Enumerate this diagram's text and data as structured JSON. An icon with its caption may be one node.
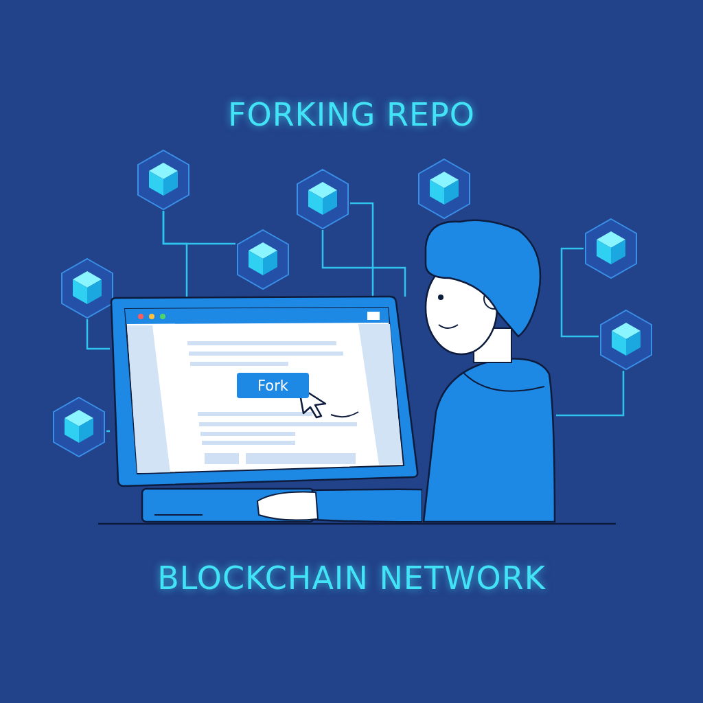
{
  "diagram": {
    "title": "FORKING REPO",
    "caption": "BLOCKCHAIN NETWORK",
    "nodes": [
      {
        "text": [],
        "shape": "hexagon"
      },
      {
        "text": [],
        "shape": "hexagon"
      },
      {
        "text": [],
        "shape": "hexagon"
      },
      {
        "text": [],
        "shape": "hexagon"
      },
      {
        "text": [],
        "shape": "hexagon"
      },
      {
        "text": [],
        "shape": "hexagon"
      },
      {
        "text": [],
        "shape": "hexagon"
      },
      {
        "text": [],
        "shape": "hexagon"
      },
      {
        "text": [],
        "shape": "picture"
      },
      {
        "text": [
          "Fork"
        ],
        "in": 8
      },
      {
        "text": [],
        "shape": "person"
      }
    ],
    "edges": [
      {
        "from": 0,
        "to": 4,
        "arrow": "none"
      },
      {
        "from": 0,
        "to": 8,
        "arrow": "none"
      },
      {
        "from": 2,
        "to": 8,
        "arrow": "none"
      },
      {
        "from": 2,
        "to": 8,
        "arrow": "none"
      },
      {
        "from": 3,
        "to": 6,
        "arrow": "none"
      },
      {
        "from": 6,
        "to": 10,
        "arrow": "none"
      },
      {
        "from": 5,
        "to": 8,
        "arrow": "none"
      },
      {
        "from": 7,
        "to": 8,
        "arrow": "none"
      }
    ]
  }
}
